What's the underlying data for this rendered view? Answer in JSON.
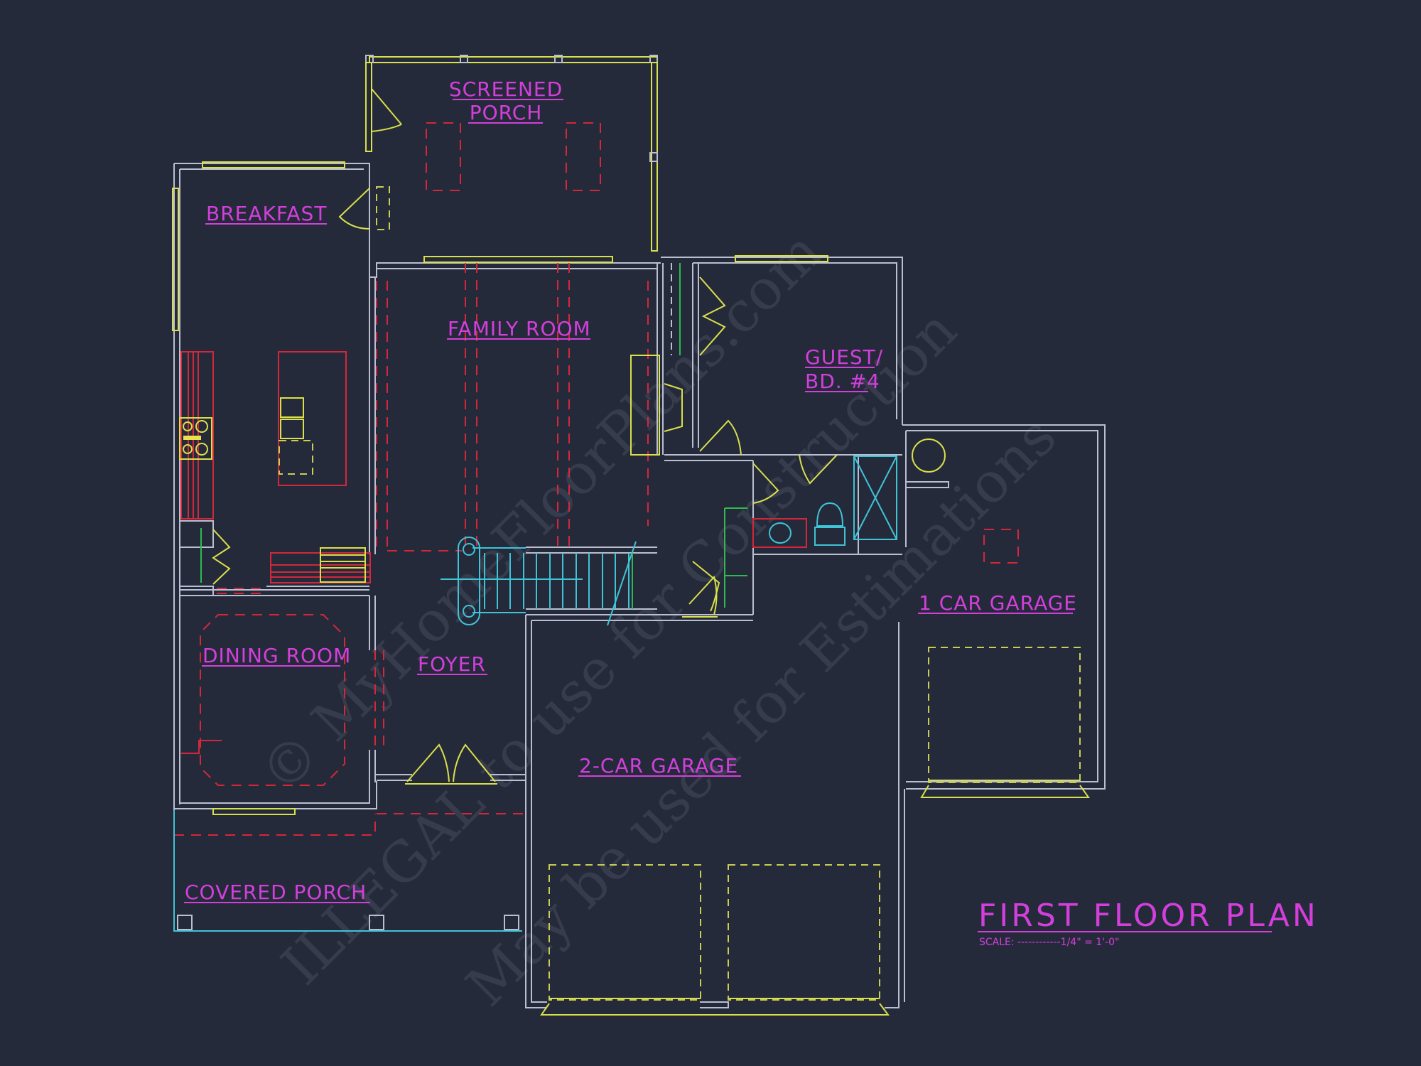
{
  "drawing": {
    "title": "FIRST FLOOR PLAN",
    "scale_label": "SCALE: ------------1/4\" = 1'-0\"",
    "background_color": "#252a3b",
    "colors": {
      "walls": "#b9bfd0",
      "windows_doors": "#d9e049",
      "labels": "#d43fdc",
      "overhead_dashed": "#d4273a",
      "fixtures_stairs": "#3fc3d6",
      "green_lines": "#2dbb4f"
    }
  },
  "rooms": [
    {
      "id": "screened-porch",
      "line1": "SCREENED",
      "line2": "PORCH"
    },
    {
      "id": "breakfast",
      "label": "BREAKFAST"
    },
    {
      "id": "family-room",
      "label": "FAMILY ROOM"
    },
    {
      "id": "guest-bd4",
      "line1": "GUEST/",
      "line2": "BD. #4"
    },
    {
      "id": "one-car-garage",
      "label": "1 CAR GARAGE"
    },
    {
      "id": "dining-room",
      "label": "DINING ROOM"
    },
    {
      "id": "foyer",
      "label": "FOYER"
    },
    {
      "id": "two-car-garage",
      "label": "2-CAR GARAGE"
    },
    {
      "id": "covered-porch",
      "label": "COVERED PORCH"
    }
  ],
  "watermark": {
    "line1": "© MyHomeFloorPlans.com",
    "line2": "ILLEGAL to use for Construction",
    "line3": "May be used for Estimations"
  }
}
